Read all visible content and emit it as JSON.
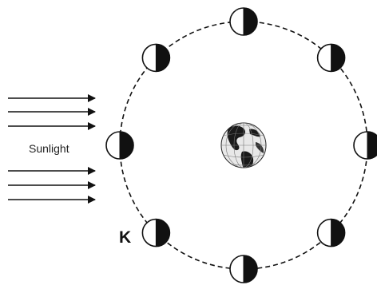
{
  "sunlight": {
    "label": "Sunlight",
    "arrow_count": 6
  },
  "orbit": {
    "moon_count": 8
  },
  "earth": {
    "icon": "globe-icon"
  },
  "moon_marker": {
    "label": "K"
  },
  "colors": {
    "ink": "#111111",
    "globe_dark": "#1a1a1a",
    "globe_light": "#f2f2f2"
  }
}
